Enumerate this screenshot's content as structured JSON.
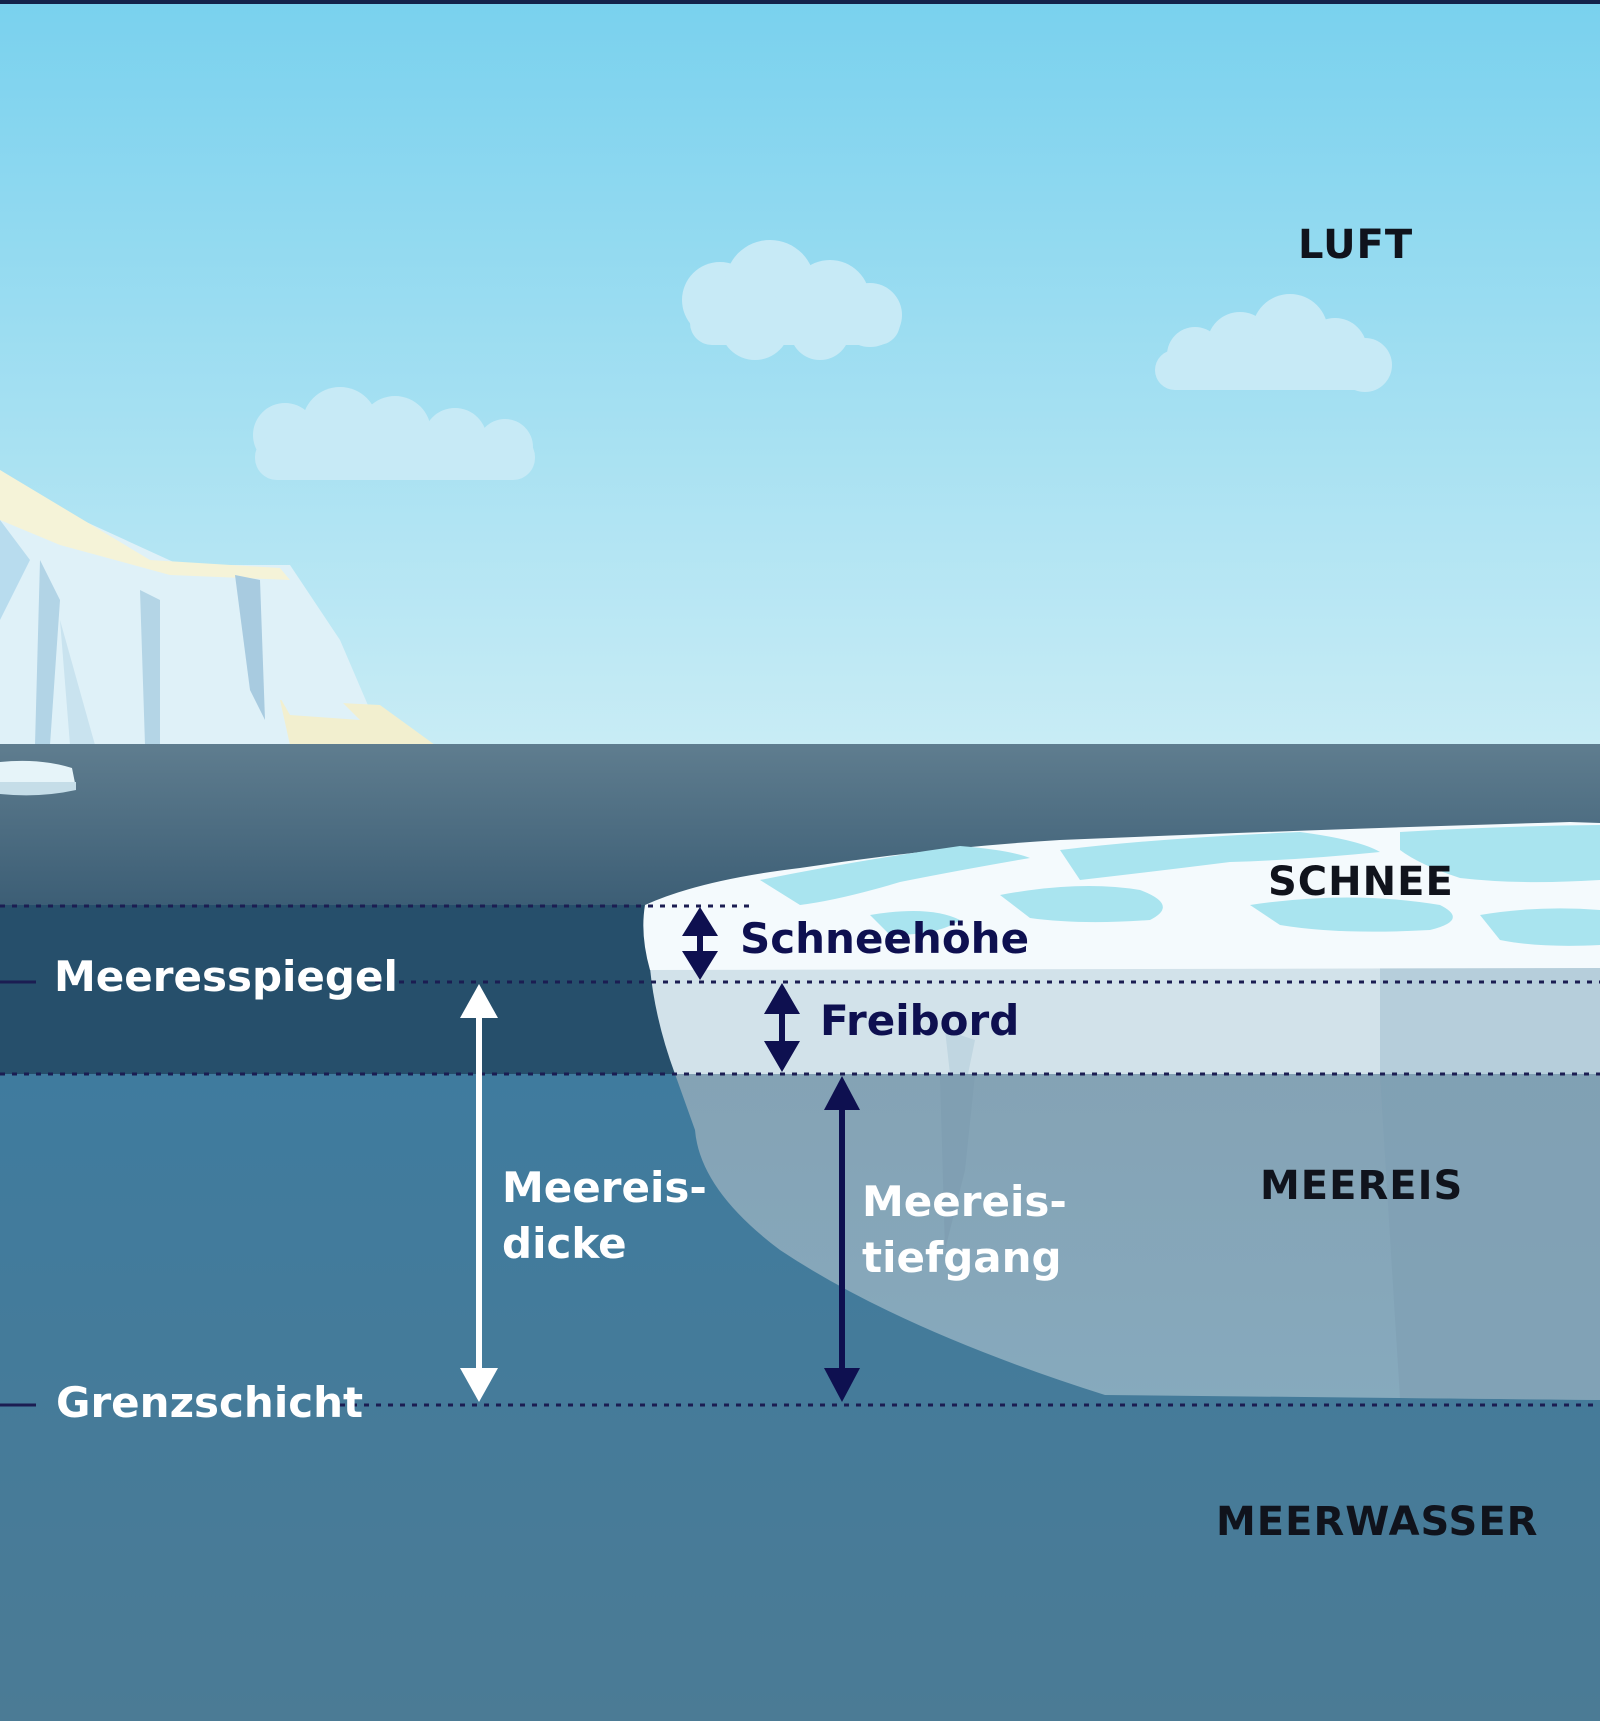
{
  "zones": {
    "air": "LUFT",
    "snow": "SCHNEE",
    "sea_ice": "MEEREIS",
    "sea_water": "MEERWASSER"
  },
  "levels": {
    "sea_level": "Meeresspiegel",
    "boundary": "Grenzschicht"
  },
  "measures": {
    "snow_depth": "Schneehöhe",
    "freeboard": "Freibord",
    "ice_thickness": "Meereis-\ndicke",
    "ice_draft": "Meereis-\ntiefgang"
  },
  "colors": {
    "sky_top": "#7ad2ef",
    "sky_bottom": "#c7ebf5",
    "water_surface": "#5c7a8c",
    "water_band": "#25506b",
    "water_deep": "#4a7d98",
    "arrow_navy": "#0e1050",
    "arrow_white": "#ffffff"
  }
}
